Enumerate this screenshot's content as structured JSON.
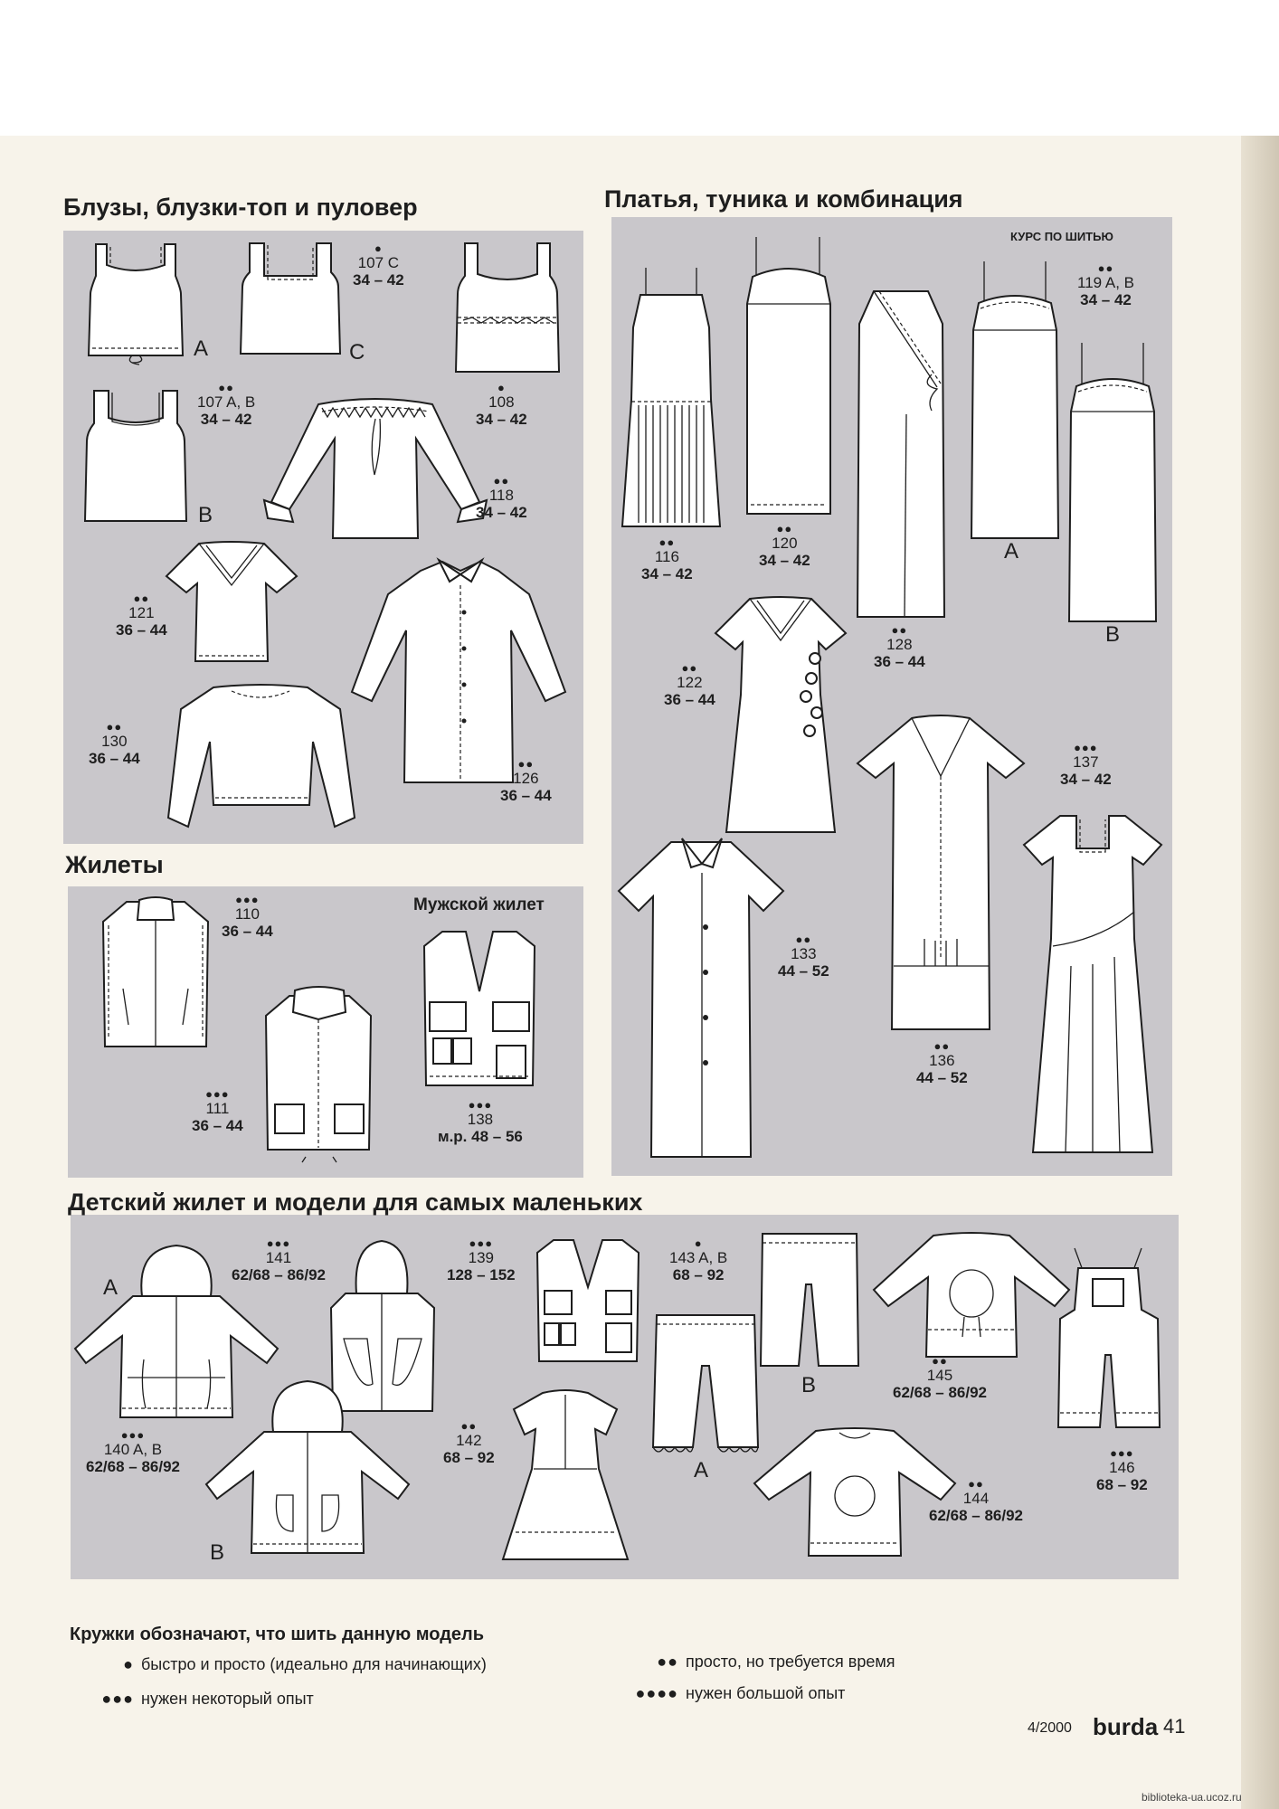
{
  "sections": {
    "blouses": "Блузы, блузки-топ и пуловер",
    "dresses": "Платья, туника и комбинация",
    "vests": "Жилеты",
    "kids": "Детский жилет и модели для самых маленьких"
  },
  "course_label": "КУРС ПО ШИТЬЮ",
  "mens_vest_label": "Мужской жилет",
  "variant_letters": {
    "A": "A",
    "B": "B",
    "C": "C"
  },
  "models": {
    "m107c": {
      "difficulty": "●",
      "number": "107 C",
      "sizes": "34 – 42"
    },
    "m107ab": {
      "difficulty": "●●",
      "number": "107 A, B",
      "sizes": "34 – 42"
    },
    "m108": {
      "difficulty": "●",
      "number": "108",
      "sizes": "34 – 42"
    },
    "m118": {
      "difficulty": "●●",
      "number": "118",
      "sizes": "34 – 42"
    },
    "m121": {
      "difficulty": "●●",
      "number": "121",
      "sizes": "36 – 44"
    },
    "m130": {
      "difficulty": "●●",
      "number": "130",
      "sizes": "36 – 44"
    },
    "m126": {
      "difficulty": "●●",
      "number": "126",
      "sizes": "36 – 44"
    },
    "m116": {
      "difficulty": "●●",
      "number": "116",
      "sizes": "34 – 42"
    },
    "m120": {
      "difficulty": "●●",
      "number": "120",
      "sizes": "34 – 42"
    },
    "m119": {
      "difficulty": "●●",
      "number": "119 A, B",
      "sizes": "34 – 42"
    },
    "m128": {
      "difficulty": "●●",
      "number": "128",
      "sizes": "36 – 44"
    },
    "m122": {
      "difficulty": "●●",
      "number": "122",
      "sizes": "36 – 44"
    },
    "m137": {
      "difficulty": "●●●",
      "number": "137",
      "sizes": "34 – 42"
    },
    "m133": {
      "difficulty": "●●",
      "number": "133",
      "sizes": "44 – 52"
    },
    "m136": {
      "difficulty": "●●",
      "number": "136",
      "sizes": "44 – 52"
    },
    "m110": {
      "difficulty": "●●●",
      "number": "110",
      "sizes": "36 – 44"
    },
    "m111": {
      "difficulty": "●●●",
      "number": "111",
      "sizes": "36 – 44"
    },
    "m138": {
      "difficulty": "●●●",
      "number": "138",
      "sizes": "м.р. 48 – 56"
    },
    "m141": {
      "difficulty": "●●●",
      "number": "141",
      "sizes": "62/68 – 86/92"
    },
    "m139": {
      "difficulty": "●●●",
      "number": "139",
      "sizes": "128 – 152"
    },
    "m143": {
      "difficulty": "●",
      "number": "143 A, B",
      "sizes": "68 – 92"
    },
    "m140": {
      "difficulty": "●●●",
      "number": "140 A, B",
      "sizes": "62/68 – 86/92"
    },
    "m142": {
      "difficulty": "●●",
      "number": "142",
      "sizes": "68 – 92"
    },
    "m145": {
      "difficulty": "●●",
      "number": "145",
      "sizes": "62/68 – 86/92"
    },
    "m144": {
      "difficulty": "●●",
      "number": "144",
      "sizes": "62/68 – 86/92"
    },
    "m146": {
      "difficulty": "●●●",
      "number": "146",
      "sizes": "68 – 92"
    }
  },
  "legend": {
    "title": "Кружки обозначают, что шить данную модель",
    "items": [
      {
        "dots": "●",
        "text": "быстро и просто (идеально для начинающих)"
      },
      {
        "dots": "●●",
        "text": "просто, но требуется время"
      },
      {
        "dots": "●●●",
        "text": "нужен некоторый опыт"
      },
      {
        "dots": "●●●●",
        "text": "нужен большой опыт"
      }
    ]
  },
  "footer": {
    "issue": "4/2000",
    "brand": "burda",
    "page": "41",
    "watermark": "biblioteka-ua.ucoz.ru"
  }
}
